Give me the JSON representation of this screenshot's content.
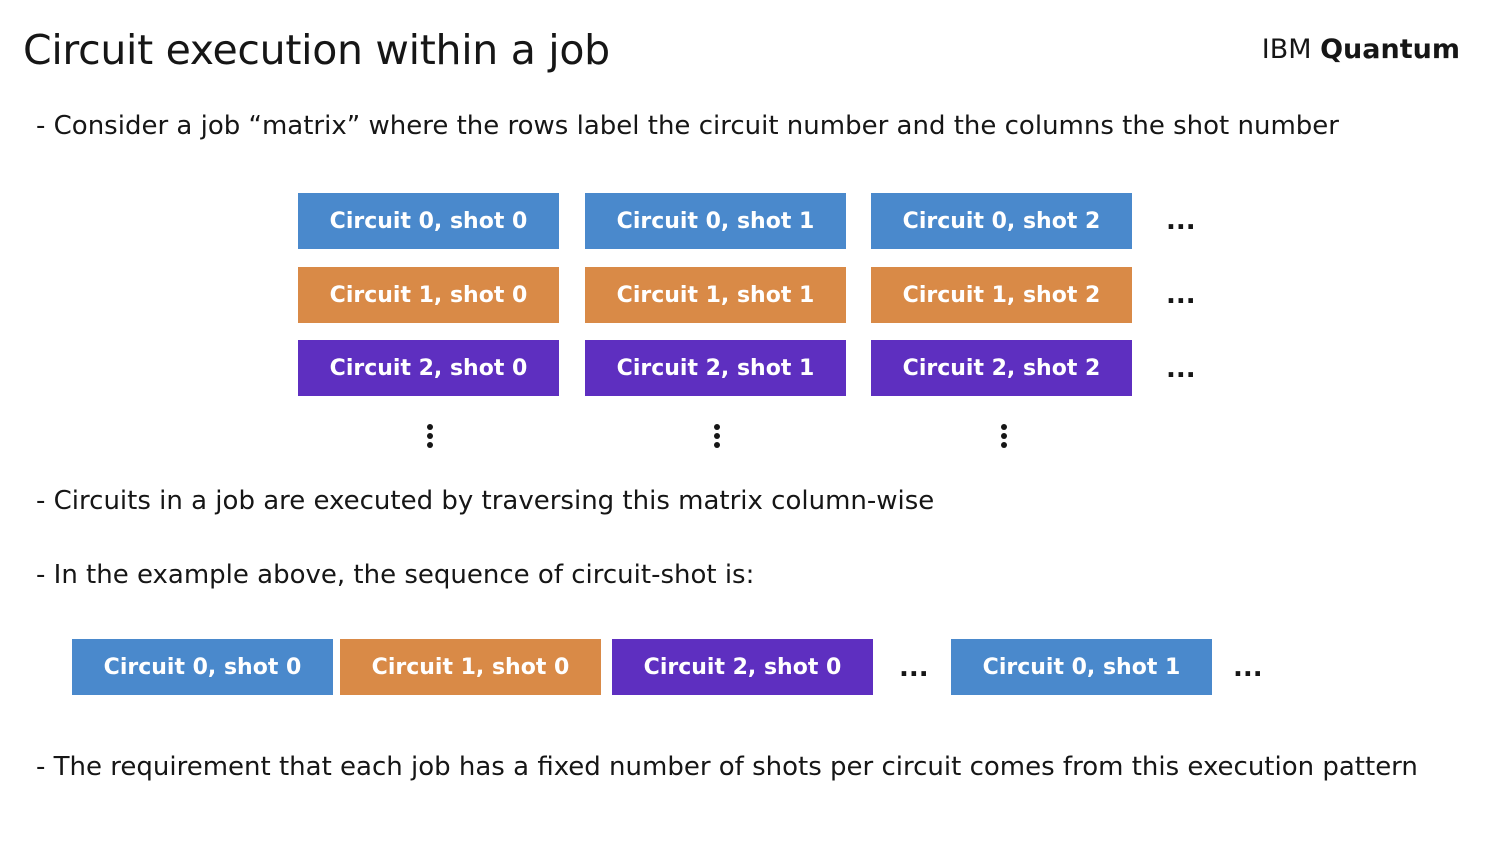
{
  "title": "Circuit execution within a job",
  "brand": {
    "prefix": "IBM",
    "name": "Quantum"
  },
  "bullets": {
    "b1": "- Consider a job “matrix” where the rows label the circuit number and the columns the shot number",
    "b2": "- Circuits in a job are executed by traversing this matrix column-wise",
    "b3": "- In the example above, the sequence of circuit-shot is:",
    "b4": "- The requirement that each job has a fixed number of shots per circuit comes from this execution pattern"
  },
  "colors": {
    "circuit0": "#4a89cc",
    "circuit1": "#d98a47",
    "circuit2": "#5e2fc0"
  },
  "matrix": {
    "rows": [
      [
        "Circuit 0, shot 0",
        "Circuit 0, shot 1",
        "Circuit 0, shot 2"
      ],
      [
        "Circuit 1, shot 0",
        "Circuit 1, shot 1",
        "Circuit 1, shot 2"
      ],
      [
        "Circuit 2, shot 0",
        "Circuit 2, shot 1",
        "Circuit 2, shot 2"
      ]
    ],
    "ellipsis": "..."
  },
  "sequence": {
    "items": [
      "Circuit 0, shot 0",
      "Circuit 1, shot 0",
      "Circuit 2, shot 0",
      "Circuit 0, shot 1"
    ],
    "ellipsis": "..."
  }
}
